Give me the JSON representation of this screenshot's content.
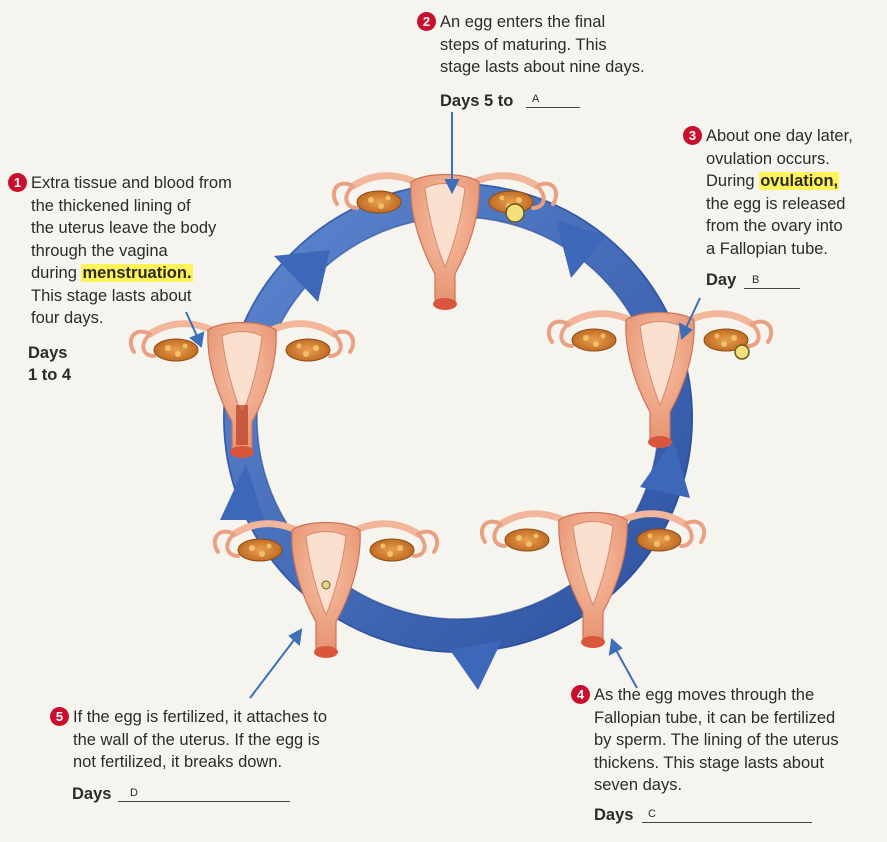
{
  "stages": [
    {
      "number": "1",
      "lines": [
        "Extra tissue and blood from",
        "the thickened lining of",
        "the uterus leave the body",
        "through the vagina"
      ],
      "line5_before": "during ",
      "highlight": "menstruation.",
      "lines_after": [
        "This stage lasts about",
        "four days."
      ],
      "days_line1": "Days",
      "days_line2": "1 to 4"
    },
    {
      "number": "2",
      "lines": [
        "An egg enters the final",
        "steps of maturing. This",
        "stage lasts about nine days."
      ],
      "days_label": "Days 5 to",
      "blank_label": "A"
    },
    {
      "number": "3",
      "lines": [
        "About one day later,",
        "ovulation occurs."
      ],
      "line3_before": "During ",
      "highlight": "ovulation,",
      "lines_after": [
        "the egg is released",
        "from the ovary into",
        "a Fallopian tube."
      ],
      "days_label": "Day",
      "blank_label": "B"
    },
    {
      "number": "4",
      "lines": [
        "As the egg moves through the",
        "Fallopian tube, it can be fertilized",
        "by sperm. The lining of the uterus",
        "thickens. This stage lasts about",
        "seven days."
      ],
      "days_label": "Days",
      "blank_label": "C"
    },
    {
      "number": "5",
      "lines": [
        "If the egg is fertilized, it attaches to",
        "the wall of the uterus. If the egg is",
        "not fertilized, it breaks down."
      ],
      "days_label": "Days",
      "blank_label": "D"
    }
  ],
  "colors": {
    "cycle_arrow": "#3a63b0",
    "number_badge": "#c8102e",
    "highlight": "#fff35a",
    "uterus": "#f0a987",
    "ovary": "#d27a2c"
  }
}
